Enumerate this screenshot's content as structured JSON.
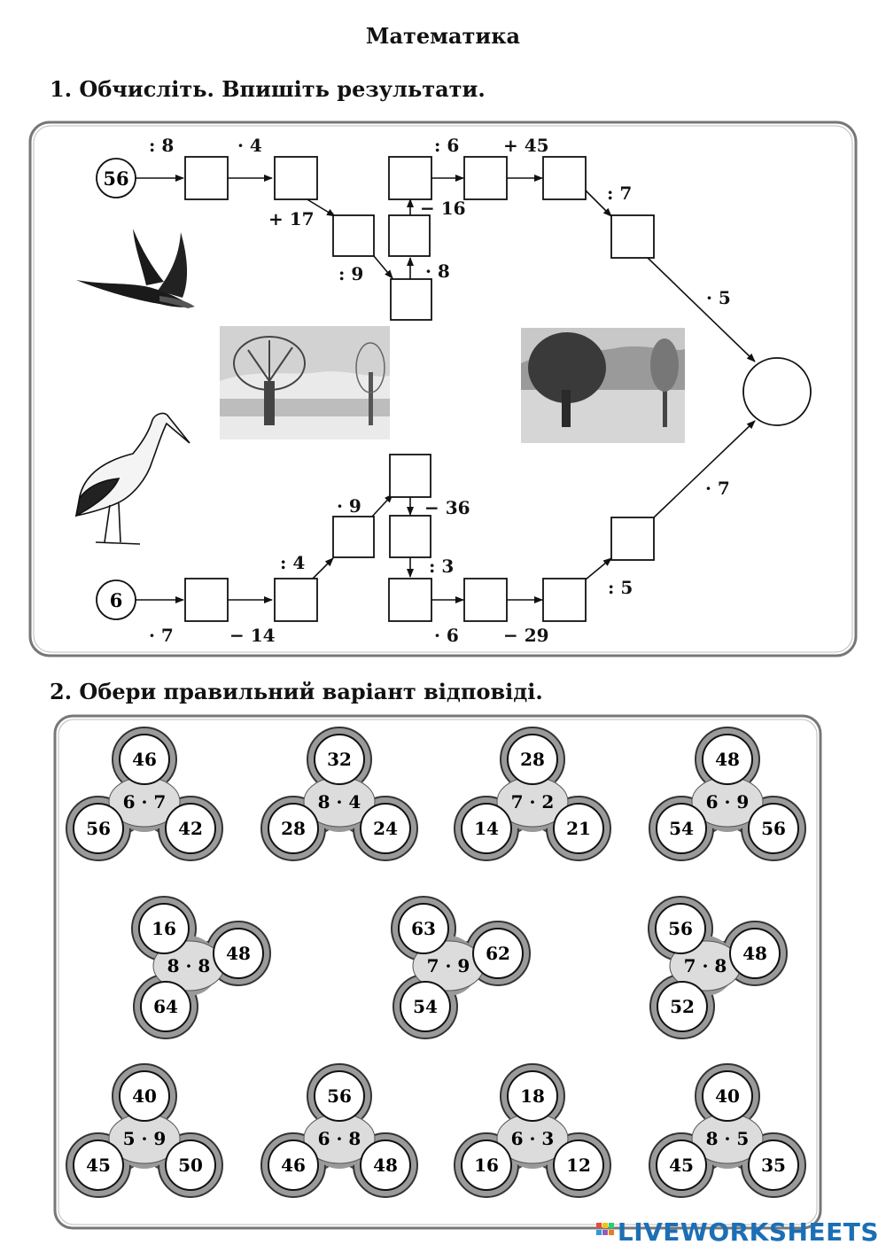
{
  "page_title": "Математика",
  "task1": {
    "heading": "1. Обчисліть. Впишіть результати.",
    "top_start": "56",
    "bottom_start": "6",
    "ops_top": [
      ": 8",
      "· 4",
      "+ 17",
      ": 9",
      "· 8",
      "− 16",
      ": 6",
      "+ 45",
      ": 7",
      "· 5"
    ],
    "ops_bottom": [
      "· 7",
      "− 14",
      ": 4",
      "· 9",
      "− 36",
      ": 3",
      "· 6",
      "− 29",
      ": 5",
      "· 7"
    ]
  },
  "task2": {
    "heading": "2. Обери правильний варіант відповіді.",
    "spinners": [
      {
        "expr": "6 · 7",
        "options": [
          "46",
          "56",
          "42"
        ]
      },
      {
        "expr": "8 · 4",
        "options": [
          "32",
          "28",
          "24"
        ]
      },
      {
        "expr": "7 · 2",
        "options": [
          "28",
          "14",
          "21"
        ]
      },
      {
        "expr": "6 · 9",
        "options": [
          "48",
          "54",
          "56"
        ]
      },
      {
        "expr": "8 · 8",
        "options": [
          "16",
          "48",
          "64"
        ]
      },
      {
        "expr": "7 · 9",
        "options": [
          "63",
          "62",
          "54"
        ]
      },
      {
        "expr": "7 · 8",
        "options": [
          "56",
          "48",
          "52"
        ]
      },
      {
        "expr": "5 · 9",
        "options": [
          "40",
          "45",
          "50"
        ]
      },
      {
        "expr": "6 · 8",
        "options": [
          "56",
          "46",
          "48"
        ]
      },
      {
        "expr": "6 · 3",
        "options": [
          "18",
          "16",
          "12"
        ]
      },
      {
        "expr": "8 · 5",
        "options": [
          "40",
          "45",
          "35"
        ]
      }
    ]
  },
  "footer": {
    "brand": "LIVEWORKSHEETS"
  },
  "colors": {
    "ink": "#111111",
    "spinner_body": "#8a8a8a",
    "spinner_center": "#d9d9d9",
    "brand": "#1c6fb5"
  }
}
